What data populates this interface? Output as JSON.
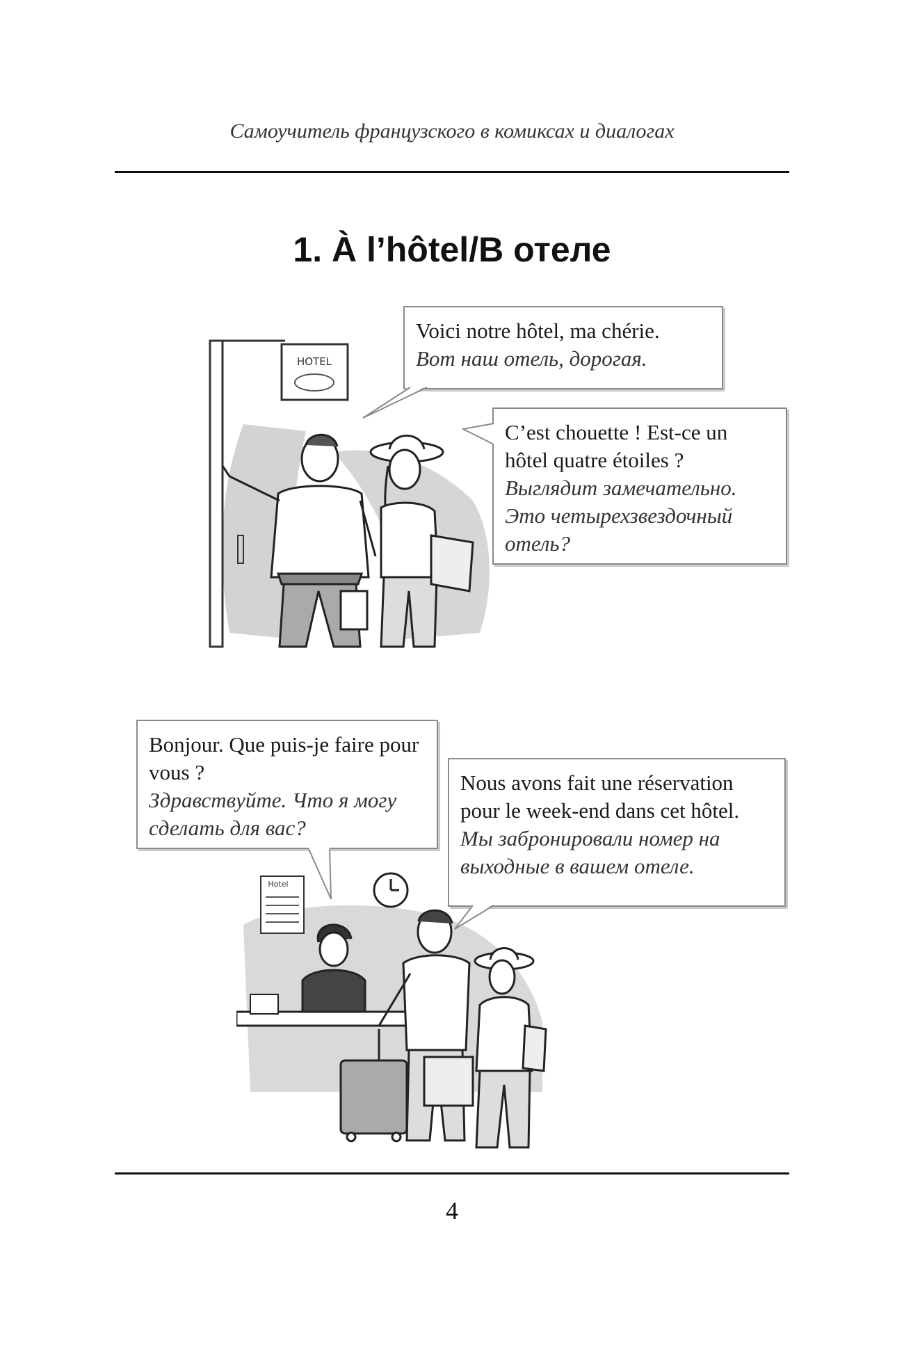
{
  "header": {
    "running_title": "Самоучитель французского в комиксах и диалогах"
  },
  "chapter": {
    "title": "1. À l’hôtel/В отеле"
  },
  "panel1": {
    "sign_text": "HOTEL",
    "bubbles": [
      {
        "fr": "Voici notre hôtel, ma chérie.",
        "ru": "Вот наш отель, дорогая."
      },
      {
        "fr": "C’est chouette ! Est-ce un hôtel quatre étoiles ?",
        "ru": "Выглядит замечательно. Это четырехзвездочный отель?"
      }
    ]
  },
  "panel2": {
    "poster_text": "Hotel",
    "bubbles": [
      {
        "fr": "Bonjour. Que puis-je faire pour vous ?",
        "ru": "Здравствуйте. Что я могу сделать для вас?"
      },
      {
        "fr": "Nous avons fait une réservation pour le week-end dans cet hôtel.",
        "ru": "Мы забронировали номер на выходные в вашем отеле."
      }
    ]
  },
  "footer": {
    "page_number": "4"
  }
}
